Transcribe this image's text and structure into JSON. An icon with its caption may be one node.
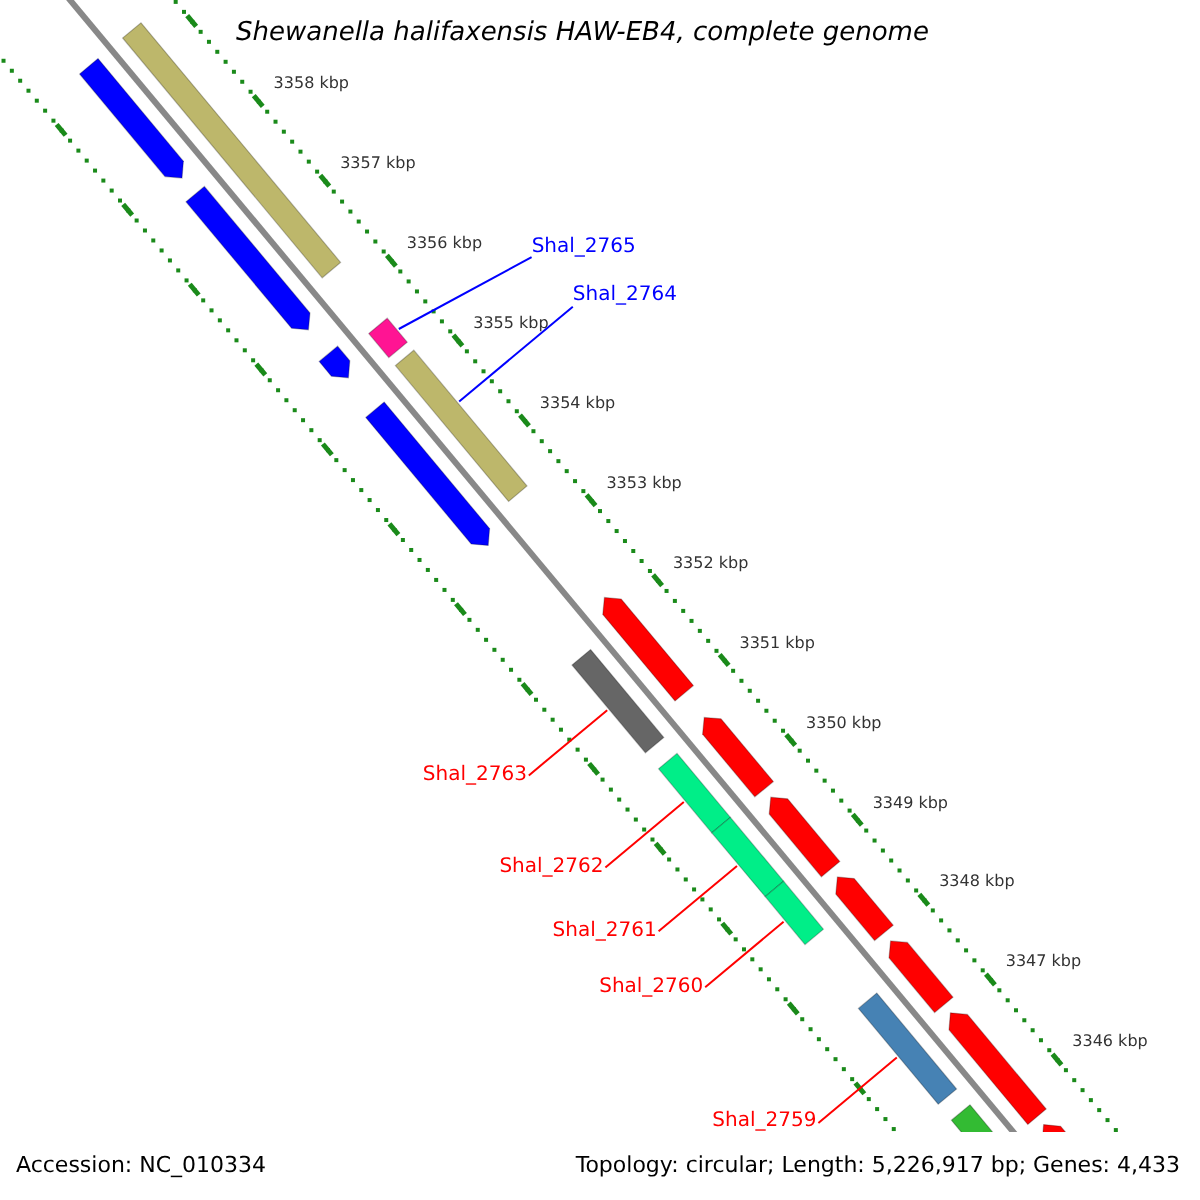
{
  "diagram": {
    "title": "Shewanella halifaxensis HAW-EB4, complete genome",
    "nodes": [
      {
        "text": [
          "Shal_2765"
        ]
      },
      {
        "text": [
          "Shal_2764"
        ]
      },
      {
        "text": [
          "Shal_2763"
        ]
      },
      {
        "text": [
          "Shal_2762"
        ]
      },
      {
        "text": [
          "Shal_2761"
        ]
      },
      {
        "text": [
          "Shal_2760"
        ]
      },
      {
        "text": [
          "Shal_2759"
        ]
      },
      {
        "text": [],
        "shape": "bar"
      },
      {
        "text": [],
        "shape": "bar"
      },
      {
        "text": [],
        "shape": "bar"
      },
      {
        "text": [],
        "shape": "bar"
      },
      {
        "text": [],
        "shape": "bar"
      },
      {
        "text": [],
        "shape": "bar"
      },
      {
        "text": [],
        "shape": "bar"
      },
      {
        "text": [],
        "shape": "bar"
      },
      {
        "text": [],
        "shape": "bar"
      },
      {
        "text": [],
        "shape": "bar"
      },
      {
        "text": [],
        "shape": "bar"
      },
      {
        "text": [],
        "shape": "bar"
      },
      {
        "text": [],
        "shape": "bar"
      },
      {
        "text": [],
        "shape": "bar"
      },
      {
        "text": [],
        "shape": "bar"
      },
      {
        "text": [],
        "shape": "bar"
      },
      {
        "text": [],
        "shape": "bar"
      },
      {
        "text": [],
        "shape": "bar"
      },
      {
        "text": [],
        "shape": "bar"
      },
      {
        "text": [],
        "shape": "bar"
      }
    ],
    "edges": [
      {
        "from": 0,
        "to": 7,
        "arrow": "none",
        "color": "#0000ff"
      },
      {
        "from": 1,
        "to": 8,
        "arrow": "none",
        "color": "#0000ff"
      },
      {
        "from": 2,
        "to": 9,
        "arrow": "none"
      },
      {
        "from": 3,
        "to": 10,
        "arrow": "none"
      },
      {
        "from": 4,
        "to": 11,
        "arrow": "none"
      },
      {
        "from": 5,
        "to": 12,
        "arrow": "none"
      },
      {
        "from": 6,
        "to": 13,
        "arrow": "none"
      }
    ],
    "labels": [
      "3358 kbp",
      "3357 kbp",
      "3356 kbp",
      "3355 kbp",
      "3354 kbp",
      "3353 kbp",
      "3352 kbp",
      "3351 kbp",
      "3350 kbp",
      "3349 kbp",
      "3348 kbp",
      "3347 kbp",
      "3346 kbp",
      "Accession: NC_010334",
      "Topology: circular; Length: 5,226,917 bp; Genes: 4,433"
    ]
  }
}
